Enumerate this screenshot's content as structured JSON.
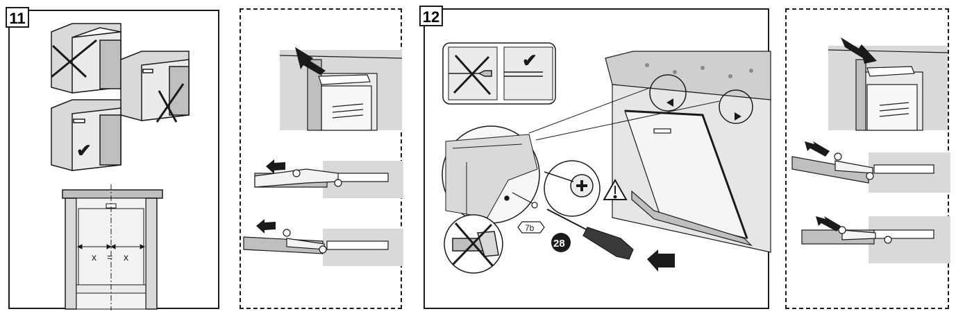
{
  "steps": {
    "step11": "11",
    "step12": "12"
  },
  "labels": {
    "dim_left": "x",
    "dim_eq": "=",
    "dim_right": "x",
    "screw_size": "7b",
    "part_number": "28"
  },
  "colors": {
    "stroke": "#1a1a1a",
    "panel_fill": "#d9d9d9",
    "mid_gray": "#bfbfbf",
    "light_gray": "#ebebeb",
    "white": "#ffffff"
  }
}
